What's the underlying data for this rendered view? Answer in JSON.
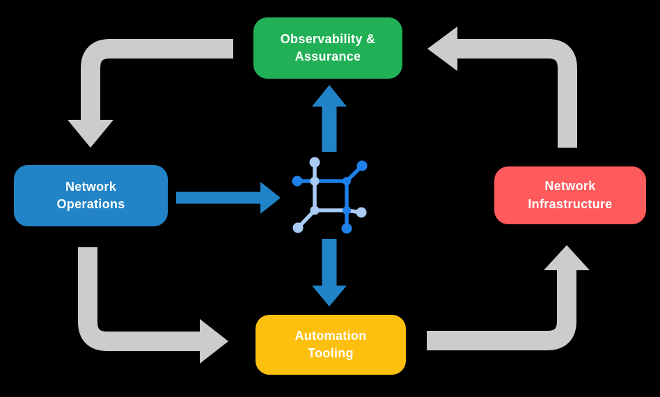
{
  "diagram": {
    "nodes": {
      "observability": {
        "line1": "Observability &",
        "line2": "Assurance"
      },
      "operations": {
        "line1": "Network",
        "line2": "Operations"
      },
      "infrastructure": {
        "line1": "Network",
        "line2": "Infrastructure"
      },
      "automation": {
        "line1": "Automation",
        "line2": "Tooling"
      }
    },
    "icons": {
      "center": "network-fabric-icon"
    },
    "edges": [
      {
        "from": "observability",
        "to": "operations",
        "style": "gray-cycle"
      },
      {
        "from": "operations",
        "to": "automation",
        "style": "gray-cycle"
      },
      {
        "from": "automation",
        "to": "infrastructure",
        "style": "gray-cycle"
      },
      {
        "from": "infrastructure",
        "to": "observability",
        "style": "gray-cycle"
      },
      {
        "from": "operations",
        "to": "center-icon",
        "style": "blue-flow"
      },
      {
        "from": "center-icon",
        "to": "observability",
        "style": "blue-flow"
      },
      {
        "from": "center-icon",
        "to": "automation",
        "style": "blue-flow"
      }
    ],
    "colors": {
      "observability": "#21B056",
      "operations": "#2284C6",
      "infrastructure": "#FF5A5C",
      "automation": "#FEC00E",
      "cycle_arrow": "#CCCCCC",
      "flow_arrow": "#2183C8",
      "icon_dark": "#1E80E8",
      "icon_light": "#A8CAF4",
      "background": "#000000",
      "label_text": "#FFFFFF"
    }
  }
}
